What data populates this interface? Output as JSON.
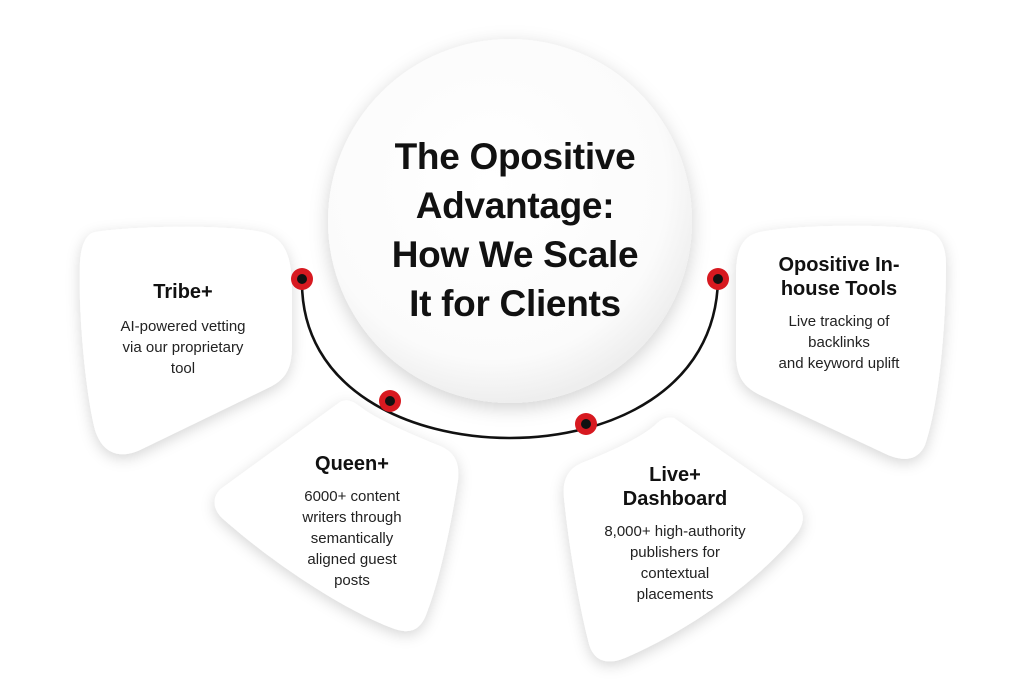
{
  "center": {
    "title_lines": [
      "The Opositive",
      "Advantage:",
      "How We Scale",
      "It for Clients"
    ]
  },
  "cards": [
    {
      "id": "tribe",
      "title_lines": [
        "Tribe+"
      ],
      "desc_lines": [
        "AI-powered vetting",
        "via our proprietary",
        "tool"
      ]
    },
    {
      "id": "queen",
      "title_lines": [
        "Queen+"
      ],
      "desc_lines": [
        "6000+ content",
        "writers through",
        "semantically",
        "aligned guest",
        "posts"
      ]
    },
    {
      "id": "live",
      "title_lines": [
        "Live+",
        "Dashboard"
      ],
      "desc_lines": [
        "8,000+ high-authority",
        "publishers for",
        "contextual",
        "placements"
      ]
    },
    {
      "id": "tools",
      "title_lines": [
        "Opositive In-",
        "house Tools"
      ],
      "desc_lines": [
        "Live tracking of",
        "backlinks",
        "and keyword uplift"
      ]
    }
  ],
  "colors": {
    "accent_red": "#d71920",
    "line": "#111111",
    "card_fill": "#ffffff",
    "text": "#111111"
  }
}
